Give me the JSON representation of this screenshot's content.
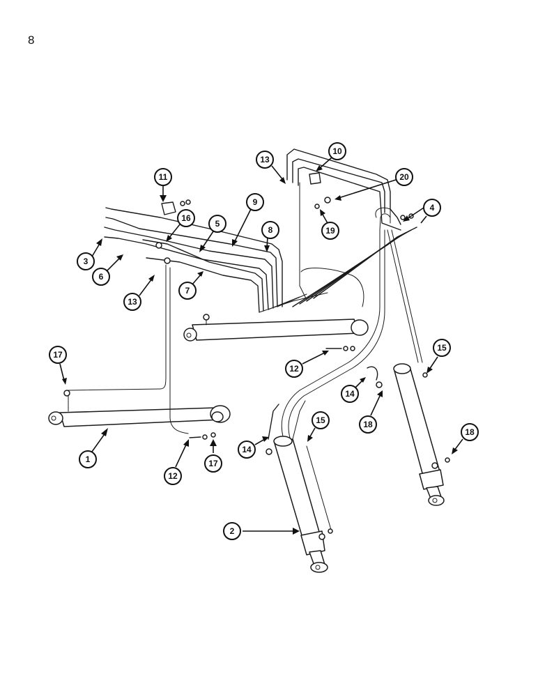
{
  "page": {
    "number": "8"
  },
  "callouts": [
    "1",
    "2",
    "3",
    "4",
    "5",
    "6",
    "7",
    "8",
    "9",
    "10",
    "11",
    "12",
    "12",
    "13",
    "13",
    "14",
    "14",
    "15",
    "15",
    "16",
    "17",
    "17",
    "18",
    "18",
    "19",
    "20"
  ]
}
